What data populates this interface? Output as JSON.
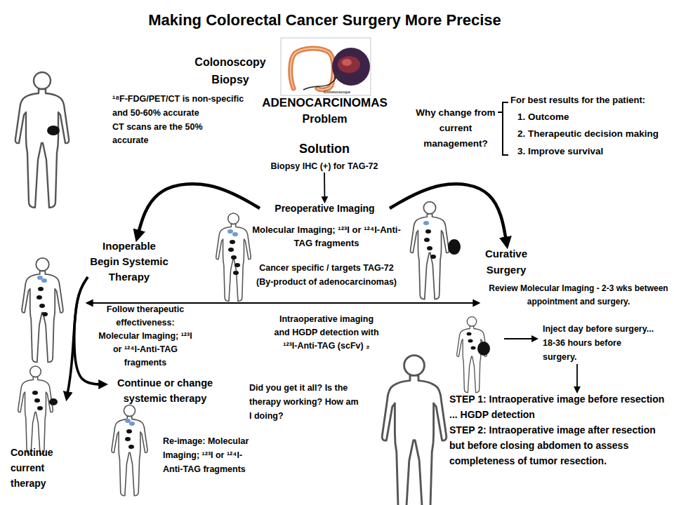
{
  "diagram": {
    "title": "Making Colorectal Cancer Surgery More Precise",
    "nodes": [
      {
        "text": [
          "Solution",
          "Biopsy IHC (+) for TAG-72"
        ]
      },
      {
        "text": [
          "Preoperative Imaging"
        ]
      },
      {
        "text": [
          "Inoperable Begin Systemic Therapy"
        ]
      },
      {
        "text": [
          "Curative Surgery"
        ]
      },
      {
        "text": [
          "Inject day before surgery... 18-36 hours before surgery."
        ]
      },
      {
        "text": [
          "STEP 1: Intraoperative image before resection ... HGDP detection",
          "STEP 2: Intraoperative image after resection but before closing abdomen to assess completeness of tumor resection."
        ]
      },
      {
        "text": [
          "Continue or change systemic therapy"
        ]
      },
      {
        "text": [
          "Continue current therapy"
        ]
      }
    ],
    "edges": [
      {
        "from": 0,
        "to": 1,
        "arrow": "to"
      },
      {
        "from": 1,
        "to": 2,
        "arrow": "to"
      },
      {
        "from": 1,
        "to": 3,
        "arrow": "to"
      },
      {
        "from": 2,
        "to": 3,
        "arrow": "both"
      },
      {
        "from": 2,
        "to": 6,
        "arrow": "to"
      },
      {
        "from": 2,
        "to": 7,
        "arrow": "to"
      },
      {
        "from": 4,
        "to": 5,
        "arrow": "to"
      }
    ],
    "labels": [
      "Colonoscopy Biopsy",
      "Colonoscope",
      "ADENOCARCINOMAS",
      "Problem",
      "¹⁸F-FDG/PET/CT is non-specific and 50-60% accurate",
      "CT scans are the 50% accurate",
      "Why change from current management?",
      "For best results for the patient:",
      "1. Outcome",
      "2. Therapeutic decision making",
      "3. Improve survival",
      "Molecular Imaging; ¹²³I or ¹²⁴I-Anti-TAG fragments",
      "Cancer specific / targets TAG-72 (By-product of adenocarcinomas)",
      "Review Molecular Imaging - 2-3 wks between appointment and surgery.",
      "Intraoperative imaging and HGDP detection with ¹²³I-Anti-TAG (scFv) ₂",
      "Follow therapeutic effectiveness: Molecular Imaging; ¹²³I or ¹²⁴I-Anti-TAG fragments",
      "Did you get it all? Is the therapy working? How am I doing?",
      "Re-image: Molecular Imaging; ¹²³I or ¹²⁴I-Anti-TAG fragments"
    ]
  }
}
